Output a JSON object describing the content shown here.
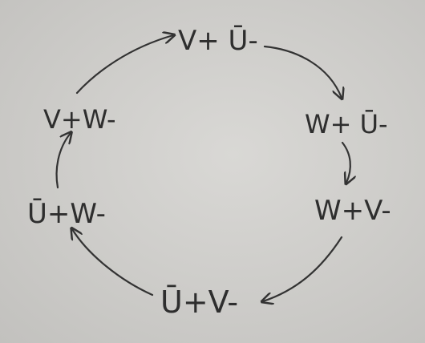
{
  "diagram": {
    "states": [
      {
        "id": "s1",
        "text": "V+ Ū-"
      },
      {
        "id": "s2",
        "text": "W+ Ū-"
      },
      {
        "id": "s3",
        "text": "W+V-"
      },
      {
        "id": "s4",
        "text": "Ū+V-"
      },
      {
        "id": "s5",
        "text": "Ū+W-"
      },
      {
        "id": "s6",
        "text": "V+W-"
      }
    ],
    "colors": {
      "ink": "#2e2e2e",
      "paper": "#d4d3d0"
    }
  }
}
